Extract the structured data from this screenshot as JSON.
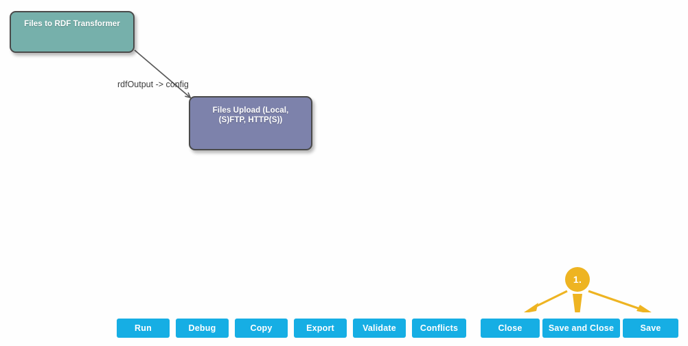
{
  "canvas": {
    "background_color": "#fefefe",
    "nodes": [
      {
        "id": "files-to-rdf-transformer",
        "label": "Files to RDF Transformer",
        "color": "#76b0ab",
        "border_color": "#4a4a4a"
      },
      {
        "id": "files-upload",
        "label_line1": "Files Upload (Local,",
        "label_line2": "(S)FTP, HTTP(S))",
        "color": "#7d82ab",
        "border_color": "#4a4a4a"
      }
    ],
    "edges": [
      {
        "id": "edge-transformer-to-upload",
        "label": "rdfOutput -> config",
        "color": "#595959"
      }
    ]
  },
  "annotations": {
    "color": "#eeb422",
    "markers": [
      {
        "id": "marker-1",
        "label": "1."
      }
    ]
  },
  "toolbar": {
    "button_color": "#16aee4",
    "left_buttons": [
      {
        "id": "run",
        "label": "Run"
      },
      {
        "id": "debug",
        "label": "Debug"
      },
      {
        "id": "copy",
        "label": "Copy"
      },
      {
        "id": "export",
        "label": "Export"
      },
      {
        "id": "validate",
        "label": "Validate"
      },
      {
        "id": "conflicts",
        "label": "Conflicts"
      }
    ],
    "right_buttons": [
      {
        "id": "close",
        "label": "Close"
      },
      {
        "id": "save-and-close",
        "label": "Save and Close"
      },
      {
        "id": "save",
        "label": "Save"
      }
    ]
  }
}
